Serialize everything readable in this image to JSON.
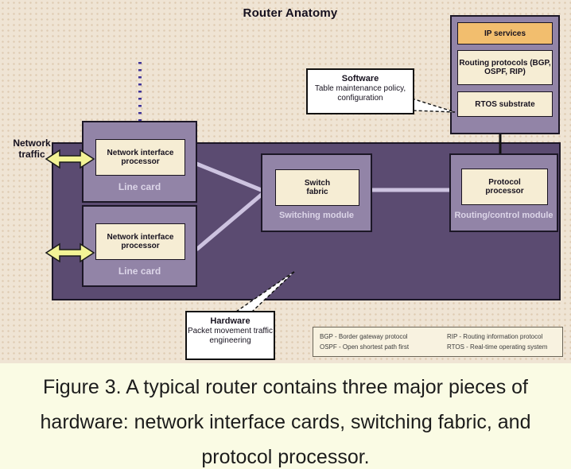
{
  "title": "Router Anatomy",
  "diagram": {
    "network_traffic_label": "Network traffic",
    "line_cards": [
      {
        "processor": "Network interface processor",
        "label": "Line card"
      },
      {
        "processor": "Network interface processor",
        "label": "Line card"
      }
    ],
    "switching_module": {
      "inner": "Switch fabric",
      "label": "Switching module"
    },
    "routing_module": {
      "inner": "Protocol processor",
      "label": "Routing/control module"
    },
    "software_stack": {
      "items": [
        {
          "label": "IP services"
        },
        {
          "label": "Routing protocols (BGP, OSPF, RIP)"
        },
        {
          "label": "RTOS substrate"
        }
      ]
    },
    "callouts": {
      "software": {
        "title": "Software",
        "body": "Table maintenance policy, configuration"
      },
      "hardware": {
        "title": "Hardware",
        "body": "Packet movement traffic engineering"
      }
    },
    "legend": {
      "entries": [
        "BGP - Border gateway protocol",
        "OSPF - Open shortest path first",
        "RIP - Routing information protocol",
        "RTOS - Real-time operating system"
      ]
    }
  },
  "caption": {
    "lines": [
      "Figure 3. A typical router contains three major pieces of",
      "hardware: network interface cards, switching fabric, and",
      "protocol processor."
    ]
  },
  "colors": {
    "bg_diagram": "#EFE4D4",
    "bg_dots": "#DECBB1",
    "bg_caption": "#FAFBE4",
    "hw_area": "#5B4B71",
    "module": "#9284A7",
    "cream_box": "#F6EDD4",
    "orange_box": "#F2BE6E",
    "connector_line": "#CDC3E0",
    "arrow_yellow": "#F3F396",
    "dotted_line": "#3F3399",
    "label_text": "#DCD5E8",
    "border_dark": "#1C1726"
  }
}
